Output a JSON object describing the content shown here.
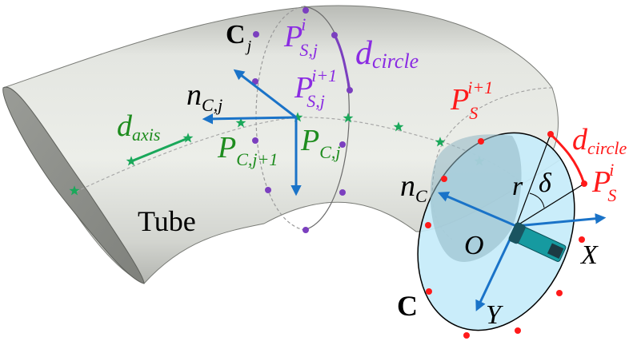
{
  "figure": {
    "tube_label": "Tube",
    "colors": {
      "tube_light": "#eceee9",
      "tube_mid": "#c9cbc5",
      "tube_dark": "#8c8e89",
      "section_fill": "#bfe6f5",
      "section_shadow": "#8fb7c2",
      "arrow": "#1a73c8",
      "axis_green": "#1aa85a",
      "label_green": "#1e8c1e",
      "purple": "#8a2be2",
      "purple_dot": "#7b3fbf",
      "red": "#ff1a1a",
      "black": "#000000"
    },
    "cj_section": {
      "label_main": "C",
      "label_sub": "j",
      "ps_i": {
        "base": "P",
        "sup": "i",
        "sub": "S,j"
      },
      "ps_i1": {
        "base": "P",
        "sup": "i+1",
        "sub": "S,j"
      },
      "d_circle": {
        "base": "d",
        "sub": "circle"
      },
      "n_cj": {
        "base": "n",
        "sub": "C,j"
      },
      "p_cj": {
        "base": "P",
        "sub": "C,j"
      },
      "p_cj1": {
        "base": "P",
        "sub": "C,j+1"
      }
    },
    "axis": {
      "d_axis": {
        "base": "d",
        "sub": "axis"
      }
    },
    "c_section": {
      "label_main": "C",
      "n_c": {
        "base": "n",
        "sub": "C"
      },
      "ps_i1": {
        "base": "P",
        "sup": "i+1",
        "sub": "S"
      },
      "ps_i": {
        "base": "P",
        "sup": "i",
        "sub": "S"
      },
      "d_circle": {
        "base": "d",
        "sub": "circle"
      },
      "r": "r",
      "delta": "δ",
      "origin": "O",
      "x_axis": "X",
      "y_axis": "Y"
    }
  }
}
